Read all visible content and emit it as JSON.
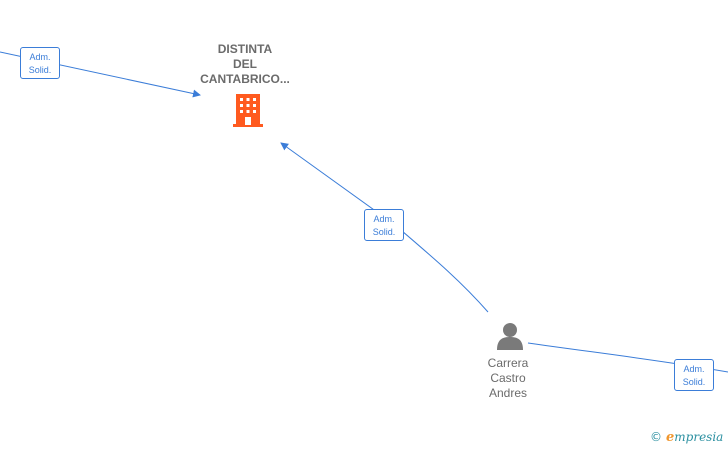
{
  "company": {
    "name_lines": [
      "DISTINTA",
      "DEL",
      "CANTABRICO..."
    ],
    "icon": "building-icon",
    "color": "#ff5a1f"
  },
  "person": {
    "name_lines": [
      "Carrera",
      "Castro",
      "Andres"
    ],
    "icon": "person-icon",
    "color": "#7a7a7a"
  },
  "edges": [
    {
      "label_lines": [
        "Adm.",
        "Solid."
      ]
    },
    {
      "label_lines": [
        "Adm.",
        "Solid."
      ]
    },
    {
      "label_lines": [
        "Adm.",
        "Solid."
      ]
    }
  ],
  "colors": {
    "edge": "#3b7dd8",
    "text": "#6b6b6b"
  },
  "watermark": {
    "symbol": "©",
    "brand_initial": "e",
    "brand_rest": "mpresia"
  }
}
